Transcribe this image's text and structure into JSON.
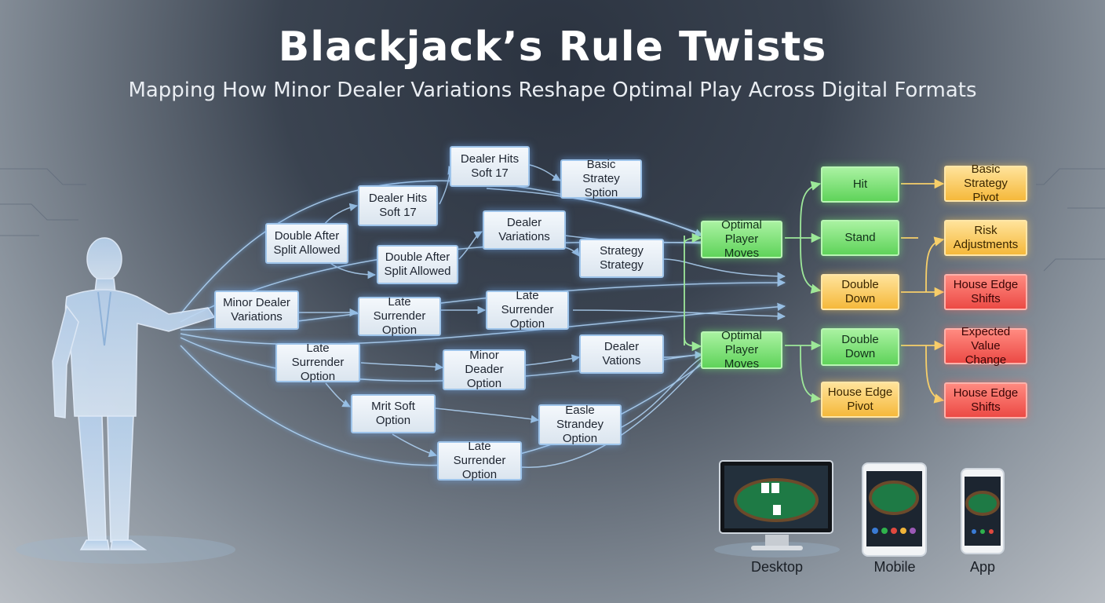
{
  "header": {
    "title": "Blackjack’s Rule Twists",
    "subtitle": "Mapping How Minor Dealer Variations Reshape Optimal Play Across Digital Formats"
  },
  "nodes": {
    "minor_dealer_variations": "Minor Dealer Variations",
    "double_after_split_1": "Double After Split Allowed",
    "late_surrender_1": "Late Surrender Option",
    "dealer_hits_soft17_1": "Dealer Hits Soft 17",
    "double_after_split_2": "Double After Split Allowed",
    "late_surrender_2": "Late Surrender Option",
    "mrit_soft": "Mrit Soft Option",
    "dealer_hits_soft17_2": "Dealer Hits Soft 17",
    "dealer_variations": "Dealer Variations",
    "late_surrender_3": "Late Surrender Option",
    "minor_dealer_option": "Minor Deader Option",
    "late_surrender_4": "Late Surrender Option",
    "basic_stratey_sption": "Basic Stratey Sption",
    "strategy_strategy": "Strategy Strategy",
    "dealer_vations": "Dealer Vations",
    "easle_strandey": "Easle Strandey Option",
    "optimal_moves_1": "Optimal Player Moves",
    "optimal_moves_2": "Optimal Player Moves",
    "hit": "Hit",
    "stand": "Stand",
    "double_down_1": "Double Down",
    "double_down_2": "Double Down",
    "house_edge_pivot": "House Edge Pivot",
    "basic_strategy_pivot": "Basic Strategy Pivot",
    "risk_adjustments": "Risk Adjustments",
    "house_edge_shifts_1": "House Edge Shifts",
    "expected_value_change": "Expected Value Change",
    "house_edge_shifts_2": "House Edge Shifts"
  },
  "devices": {
    "desktop": "Desktop",
    "mobile": "Mobile",
    "app": "App"
  },
  "colors": {
    "blue_node": "#dbe5ef",
    "green_node": "#5fd35a",
    "yellow_node": "#f5b93b",
    "red_node": "#ec4a45",
    "flow_line": "#8ec8ff"
  }
}
